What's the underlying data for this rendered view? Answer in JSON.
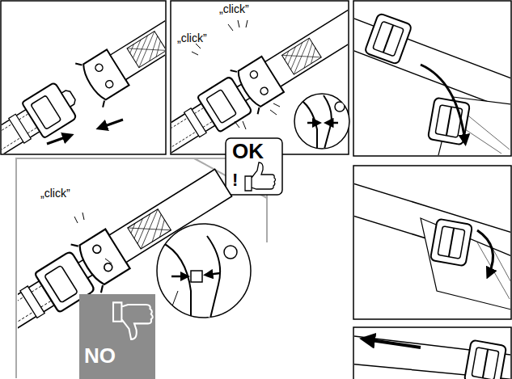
{
  "diagram": {
    "nodes": [
      {
        "text": [
          "OK",
          "!"
        ]
      },
      {
        "text": [
          "NO"
        ]
      }
    ],
    "labels": [
      "„click”",
      "„click”",
      "„click”"
    ]
  }
}
